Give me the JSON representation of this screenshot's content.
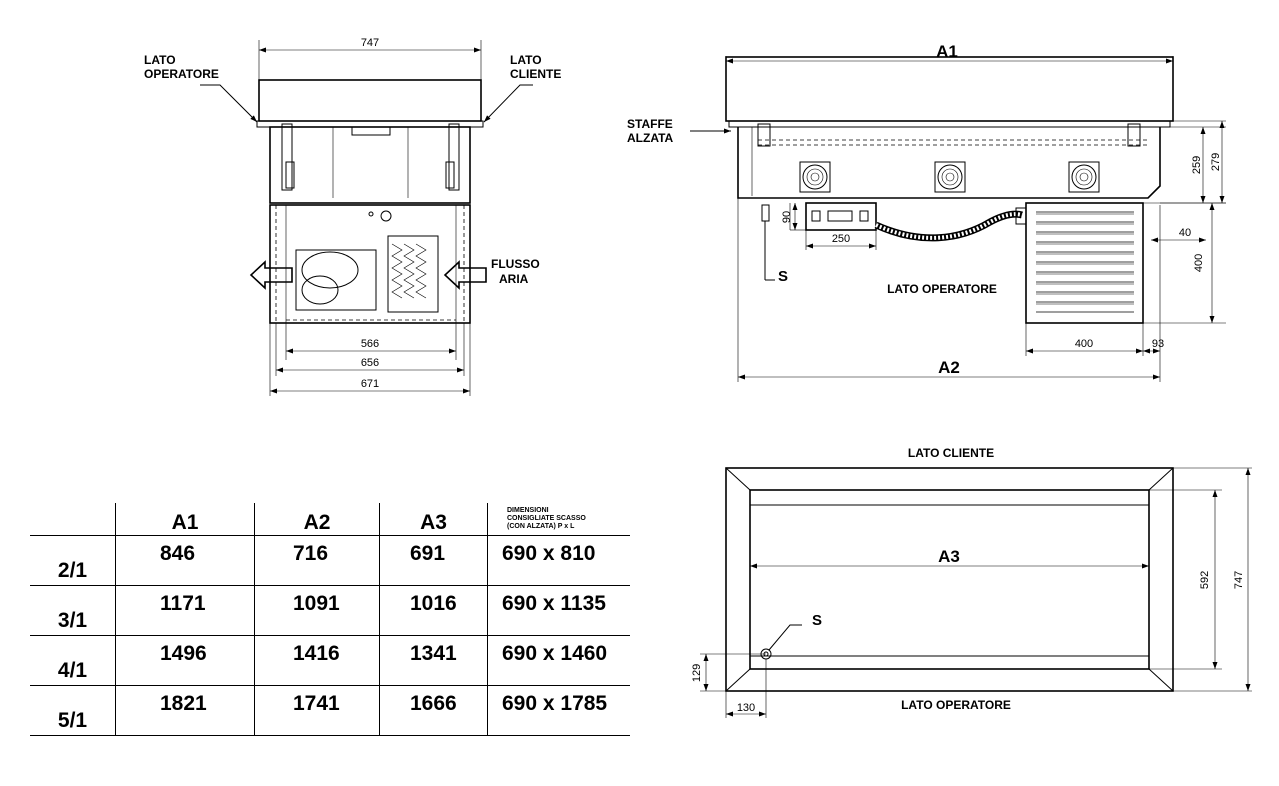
{
  "front_view": {
    "dim_top": "747",
    "label_operator": [
      "LATO",
      "OPERATORE"
    ],
    "label_client": [
      "LATO",
      "CLIENTE"
    ],
    "label_airflow": [
      "FLUSSO",
      "ARIA"
    ],
    "dim_566": "566",
    "dim_656": "656",
    "dim_671": "671"
  },
  "side_view": {
    "dim_a1": "A1",
    "dim_a2": "A2",
    "label_brackets": [
      "STAFFE",
      "ALZATA"
    ],
    "dim_259": "259",
    "dim_279": "279",
    "dim_90": "90",
    "dim_250": "250",
    "dim_40": "40",
    "dim_400_v": "400",
    "dim_400_h": "400",
    "dim_93": "93",
    "label_s": "S",
    "label_operator": "LATO OPERATORE"
  },
  "top_view": {
    "label_client": "LATO CLIENTE",
    "label_operator": "LATO OPERATORE",
    "dim_a3": "A3",
    "dim_592": "592",
    "dim_747": "747",
    "dim_129": "129",
    "dim_130": "130",
    "label_s": "S"
  },
  "table": {
    "headers": [
      "",
      "A1",
      "A2",
      "A3"
    ],
    "note": [
      "DIMENSIONI",
      "CONSIGLIATE SCASSO",
      "(CON ALZATA) P x L"
    ],
    "rows": [
      {
        "model": "2/1",
        "a1": "846",
        "a2": "716",
        "a3": "691",
        "cut": "690 x 810"
      },
      {
        "model": "3/1",
        "a1": "1171",
        "a2": "1091",
        "a3": "1016",
        "cut": "690 x 1135"
      },
      {
        "model": "4/1",
        "a1": "1496",
        "a2": "1416",
        "a3": "1341",
        "cut": "690 x 1460"
      },
      {
        "model": "5/1",
        "a1": "1821",
        "a2": "1741",
        "a3": "1666",
        "cut": "690 x 1785"
      }
    ]
  }
}
